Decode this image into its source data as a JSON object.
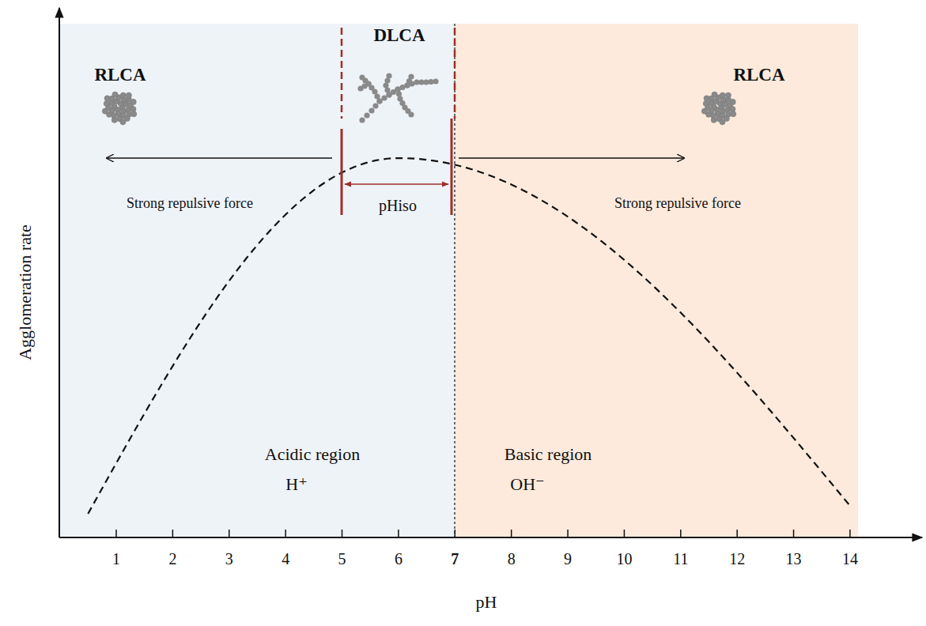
{
  "diagram": {
    "nodes": [
      {
        "text": [
          "Acidic region",
          "H⁺"
        ]
      },
      {
        "text": [
          "Basic region",
          "OH⁻"
        ]
      }
    ],
    "labels": [
      "RLCA",
      "DLCA",
      "RLCA",
      "Strong repulsive force",
      "pHiso",
      "Strong repulsive force",
      "Agglomeration rate",
      "pH",
      "1",
      "2",
      "3",
      "4",
      "5",
      "6",
      "7",
      "8",
      "9",
      "10",
      "11",
      "12",
      "13",
      "14"
    ]
  }
}
